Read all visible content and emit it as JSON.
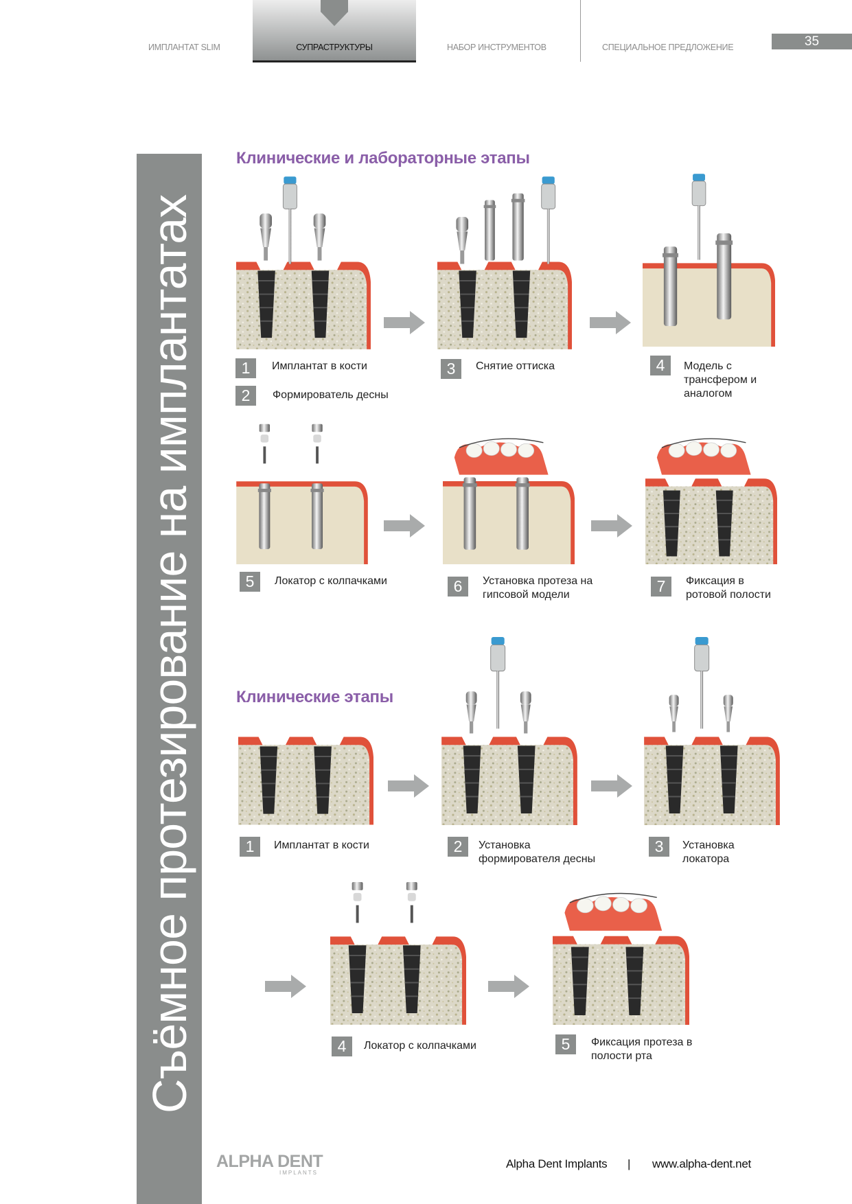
{
  "nav": {
    "tabs": [
      {
        "label": "ИМПЛАНТАТ SLIM"
      },
      {
        "label": "СУПРАСТРУКТУРЫ",
        "active": true
      },
      {
        "label": "НАБОР ИНСТРУМЕНТОВ"
      },
      {
        "label": "СПЕЦИАЛЬНОЕ ПРЕДЛОЖЕНИЕ"
      }
    ],
    "page_number": "35"
  },
  "sidebar": {
    "title": "Съёмное протезирование на имплантатах"
  },
  "section1": {
    "title": "Клинические и лабораторные этапы",
    "steps": [
      {
        "num": "1",
        "label": "Имплантат в кости"
      },
      {
        "num": "2",
        "label": "Формирователь десны"
      },
      {
        "num": "3",
        "label": "Снятие оттиска"
      },
      {
        "num": "4",
        "label": "Модель с трансфером и аналогом"
      },
      {
        "num": "5",
        "label": "Локатор с колпачками"
      },
      {
        "num": "6",
        "label": "Установка протеза на гипсовой модели"
      },
      {
        "num": "7",
        "label": "Фиксация в ротовой полости"
      }
    ]
  },
  "section2": {
    "title": "Клинические этапы",
    "steps": [
      {
        "num": "1",
        "label": "Имплантат в кости"
      },
      {
        "num": "2",
        "label": "Установка формирователя десны"
      },
      {
        "num": "3",
        "label": "Установка локатора"
      },
      {
        "num": "4",
        "label": "Локатор с колпачками"
      },
      {
        "num": "5",
        "label": "Фиксация протеза в полости рта"
      }
    ]
  },
  "footer": {
    "logo": "ALPHA DENT",
    "logo_sub": "IMPLANTS",
    "company": "Alpha Dent Implants",
    "separator": "|",
    "website": "www.alpha-dent.net"
  },
  "colors": {
    "accent": "#8a5ea8",
    "gray": "#8a8d8c",
    "gum": "#e0513a"
  }
}
